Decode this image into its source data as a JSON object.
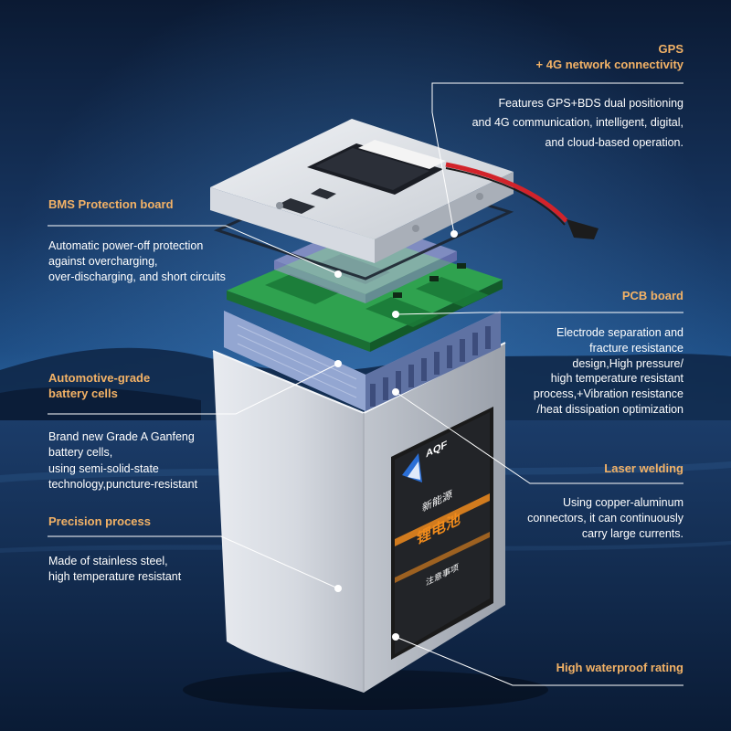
{
  "gps": {
    "title_line1": "GPS",
    "title_line2": "+ 4G network connectivity",
    "desc_line1": "Features GPS+BDS dual positioning",
    "desc_line2": "and 4G communication, intelligent, digital,",
    "desc_line3": "and cloud-based operation."
  },
  "bms": {
    "title": "BMS Protection board",
    "desc_line1": "Automatic power-off protection",
    "desc_line2": "against overcharging,",
    "desc_line3": "over-discharging, and short circuits"
  },
  "pcb": {
    "title": "PCB board",
    "desc_line1": "Electrode separation and",
    "desc_line2": "fracture resistance",
    "desc_line3": "design,High pressure/",
    "desc_line4": "high temperature resistant",
    "desc_line5": "process,+Vibration resistance",
    "desc_line6": "/heat dissipation optimization"
  },
  "cells": {
    "title_line1": "Automotive-grade",
    "title_line2": "battery cells",
    "desc_line1": "Brand new Grade A Ganfeng",
    "desc_line2": "battery cells,",
    "desc_line3": "using semi-solid-state",
    "desc_line4": "technology,puncture-resistant"
  },
  "laser": {
    "title": "Laser welding",
    "desc_line1": "Using copper-aluminum",
    "desc_line2": "connectors, it can continuously",
    "desc_line3": "carry large currents."
  },
  "precision": {
    "title": "Precision process",
    "desc_line1": "Made of stainless steel,",
    "desc_line2": "high temperature resistant"
  },
  "waterproof": {
    "title": "High waterproof rating"
  },
  "battery_label": {
    "brand": "AQF",
    "brand_cn": "新能源",
    "product_cn": "锂电池",
    "warning_cn": "注意事项"
  },
  "colors": {
    "heading": "#f3b266",
    "body_text": "#ffffff",
    "background": "#0a1730"
  }
}
